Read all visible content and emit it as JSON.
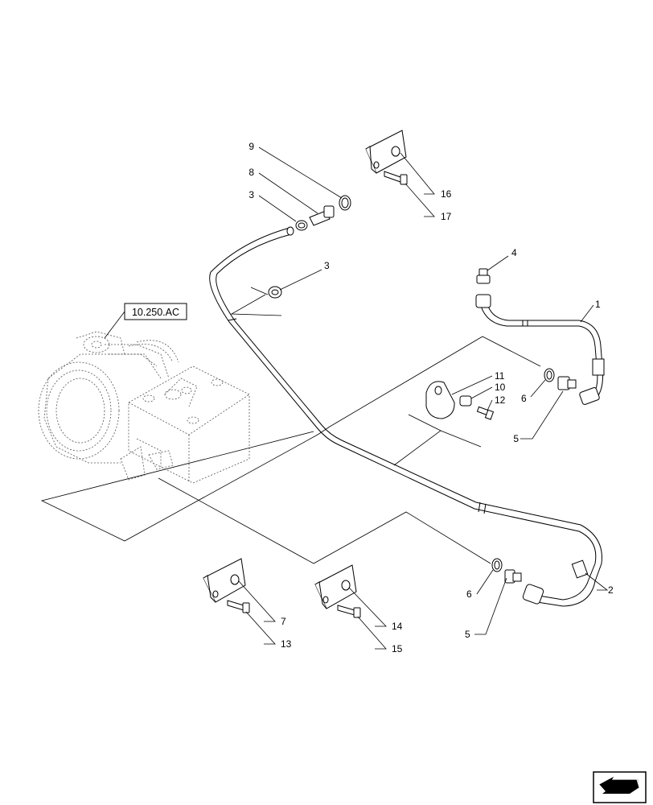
{
  "diagram": {
    "reference_label": "10.250.AC",
    "callouts": [
      {
        "id": "c1",
        "text": "1"
      },
      {
        "id": "c2",
        "text": "2"
      },
      {
        "id": "c3a",
        "text": "3"
      },
      {
        "id": "c3b",
        "text": "3"
      },
      {
        "id": "c4",
        "text": "4"
      },
      {
        "id": "c5a",
        "text": "5"
      },
      {
        "id": "c5b",
        "text": "5"
      },
      {
        "id": "c6a",
        "text": "6"
      },
      {
        "id": "c6b",
        "text": "6"
      },
      {
        "id": "c7",
        "text": "7"
      },
      {
        "id": "c8",
        "text": "8"
      },
      {
        "id": "c9",
        "text": "9"
      },
      {
        "id": "c10",
        "text": "10"
      },
      {
        "id": "c11",
        "text": "11"
      },
      {
        "id": "c12",
        "text": "12"
      },
      {
        "id": "c13",
        "text": "13"
      },
      {
        "id": "c14",
        "text": "14"
      },
      {
        "id": "c15",
        "text": "15"
      },
      {
        "id": "c16",
        "text": "16"
      },
      {
        "id": "c17",
        "text": "17"
      }
    ],
    "nav_icon": "arrow-back-icon"
  }
}
